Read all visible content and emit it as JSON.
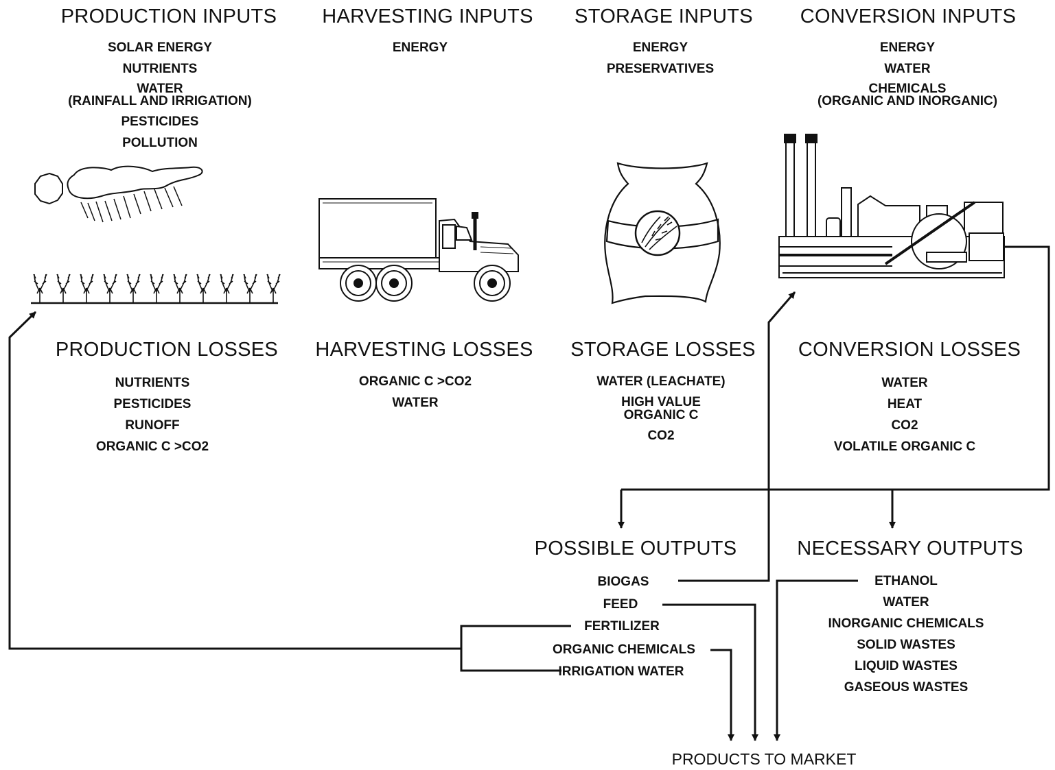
{
  "production": {
    "inputs_title": "PRODUCTION INPUTS",
    "inputs": [
      "SOLAR ENERGY",
      "NUTRIENTS",
      "WATER",
      "(RAINFALL AND IRRIGATION)",
      "PESTICIDES",
      "POLLUTION"
    ],
    "losses_title": "PRODUCTION LOSSES",
    "losses": [
      "NUTRIENTS",
      "PESTICIDES",
      "RUNOFF",
      "ORGANIC C >CO2"
    ]
  },
  "harvesting": {
    "inputs_title": "HARVESTING INPUTS",
    "inputs": [
      "ENERGY"
    ],
    "losses_title": "HARVESTING LOSSES",
    "losses": [
      "ORGANIC C >CO2",
      "WATER"
    ]
  },
  "storage": {
    "inputs_title": "STORAGE INPUTS",
    "inputs": [
      "ENERGY",
      "PRESERVATIVES"
    ],
    "losses_title": "STORAGE LOSSES",
    "losses": [
      "WATER (LEACHATE)",
      "HIGH VALUE",
      "ORGANIC C",
      "CO2"
    ]
  },
  "conversion": {
    "inputs_title": "CONVERSION INPUTS",
    "inputs": [
      "ENERGY",
      "WATER",
      "CHEMICALS",
      "(ORGANIC AND INORGANIC)"
    ],
    "losses_title": "CONVERSION LOSSES",
    "losses": [
      "WATER",
      "HEAT",
      "CO2",
      "VOLATILE ORGANIC C"
    ]
  },
  "possible_outputs": {
    "title": "POSSIBLE OUTPUTS",
    "items": [
      "BIOGAS",
      "FEED",
      "FERTILIZER",
      "ORGANIC CHEMICALS",
      "IRRIGATION WATER"
    ]
  },
  "necessary_outputs": {
    "title": "NECESSARY OUTPUTS",
    "items": [
      "ETHANOL",
      "WATER",
      "INORGANIC CHEMICALS",
      "SOLID WASTES",
      "LIQUID WASTES",
      "GASEOUS WASTES"
    ]
  },
  "market_label": "PRODUCTS TO MARKET",
  "icons": [
    "sun-icon",
    "rain-cloud-icon",
    "crop-row-icon",
    "truck-icon",
    "grain-sack-icon",
    "factory-icon"
  ],
  "colors": {
    "ink": "#111111",
    "background": "#ffffff"
  }
}
